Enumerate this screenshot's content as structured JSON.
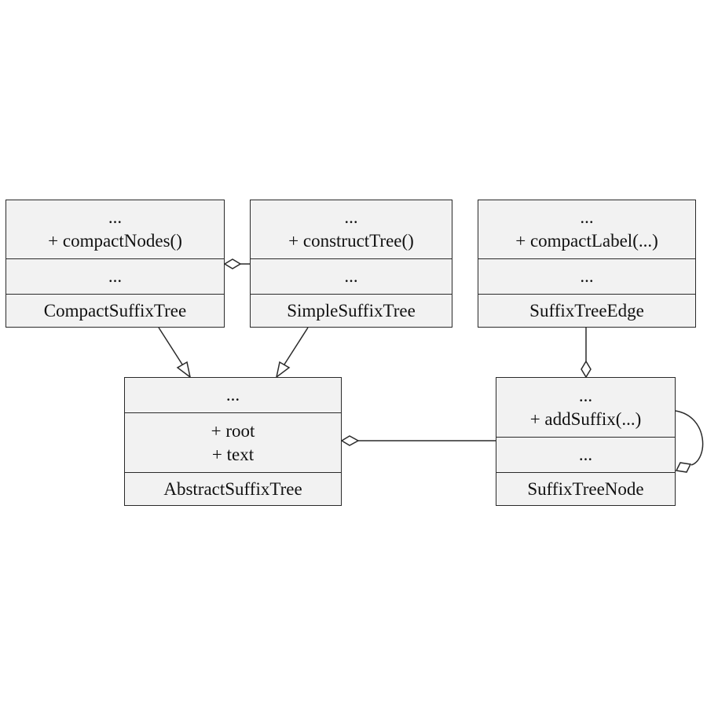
{
  "classes": {
    "compact_suffix_tree": {
      "name": "CompactSuffixTree",
      "attributes": [
        "..."
      ],
      "methods": [
        "+ compactNodes()"
      ],
      "extra": "..."
    },
    "simple_suffix_tree": {
      "name": "SimpleSuffixTree",
      "attributes": [
        "..."
      ],
      "methods": [
        "+ constructTree()"
      ],
      "extra": "..."
    },
    "suffix_tree_edge": {
      "name": "SuffixTreeEdge",
      "attributes": [
        "..."
      ],
      "methods": [
        "+ compactLabel(...)"
      ],
      "extra": "..."
    },
    "abstract_suffix_tree": {
      "name": "AbstractSuffixTree",
      "attributes": [
        "+ root",
        "+ text"
      ],
      "methods": [
        "..."
      ]
    },
    "suffix_tree_node": {
      "name": "SuffixTreeNode",
      "attributes": [
        "..."
      ],
      "methods": [
        "+ addSuffix(...)"
      ],
      "extra": "..."
    }
  },
  "relations": [
    {
      "type": "inheritance",
      "from": "CompactSuffixTree",
      "to": "AbstractSuffixTree"
    },
    {
      "type": "inheritance",
      "from": "SimpleSuffixTree",
      "to": "AbstractSuffixTree"
    },
    {
      "type": "aggregation",
      "from": "SimpleSuffixTree",
      "to": "CompactSuffixTree"
    },
    {
      "type": "aggregation",
      "from": "SuffixTreeNode",
      "to": "AbstractSuffixTree"
    },
    {
      "type": "aggregation",
      "from": "SuffixTreeEdge",
      "to": "SuffixTreeNode"
    },
    {
      "type": "aggregation",
      "from": "SuffixTreeNode",
      "to": "SuffixTreeNode"
    }
  ],
  "colors": {
    "box_fill": "#f2f2f2",
    "stroke": "#2a2a2a",
    "text": "#111111"
  }
}
